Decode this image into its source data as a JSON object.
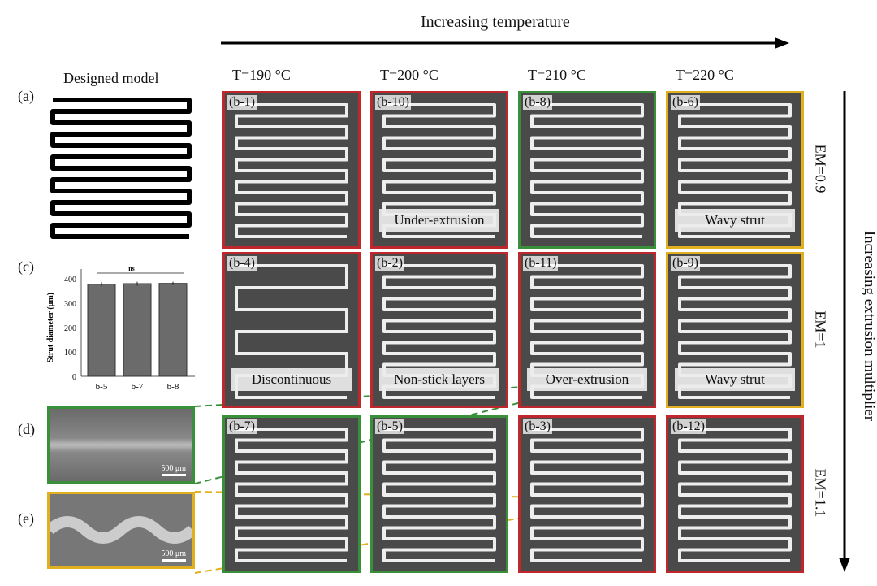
{
  "header": {
    "x_axis_label": "Increasing temperature",
    "y_axis_label": "Increasing extrusion multiplier"
  },
  "columns": [
    "T=190 °C",
    "T=200 °C",
    "T=210 °C",
    "T=220 °C"
  ],
  "rows": [
    "EM=0.9",
    "EM=1",
    "EM=1.1"
  ],
  "section_labels": {
    "a": "(a)",
    "c": "(c)",
    "d": "(d)",
    "e": "(e)"
  },
  "designed_model_title": "Designed model",
  "panels": [
    {
      "label": "(b-1)",
      "border": "#c0272d",
      "note": ""
    },
    {
      "label": "(b-4)",
      "border": "#c0272d",
      "note": "Discontinuous"
    },
    {
      "label": "(b-7)",
      "border": "#3a8f3a",
      "note": ""
    },
    {
      "label": "(b-10)",
      "border": "#c0272d",
      "note": "Under-extrusion"
    },
    {
      "label": "(b-2)",
      "border": "#c0272d",
      "note": "Non-stick layers"
    },
    {
      "label": "(b-5)",
      "border": "#3a8f3a",
      "note": ""
    },
    {
      "label": "(b-8)",
      "border": "#3a8f3a",
      "note": ""
    },
    {
      "label": "(b-11)",
      "border": "#c0272d",
      "note": "Over-extrusion"
    },
    {
      "label": "(b-3)",
      "border": "#c0272d",
      "note": ""
    },
    {
      "label": "(b-6)",
      "border": "#e0b020",
      "note": "Wavy strut"
    },
    {
      "label": "(b-9)",
      "border": "#e0b020",
      "note": "Wavy strut"
    },
    {
      "label": "(b-12)",
      "border": "#c0272d",
      "note": ""
    }
  ],
  "sem": {
    "d_scale": "500 μm",
    "e_scale": "500 μm"
  },
  "chart_data": {
    "type": "bar",
    "categories": [
      "b-5",
      "b-7",
      "b-8"
    ],
    "values": [
      378,
      380,
      381
    ],
    "errors": [
      8,
      8,
      7
    ],
    "ylabel": "Strut diameter (μm)",
    "ylim": [
      0,
      400
    ],
    "yticks": [
      "0",
      "100",
      "200",
      "300",
      "400"
    ],
    "annotation": "ns"
  }
}
